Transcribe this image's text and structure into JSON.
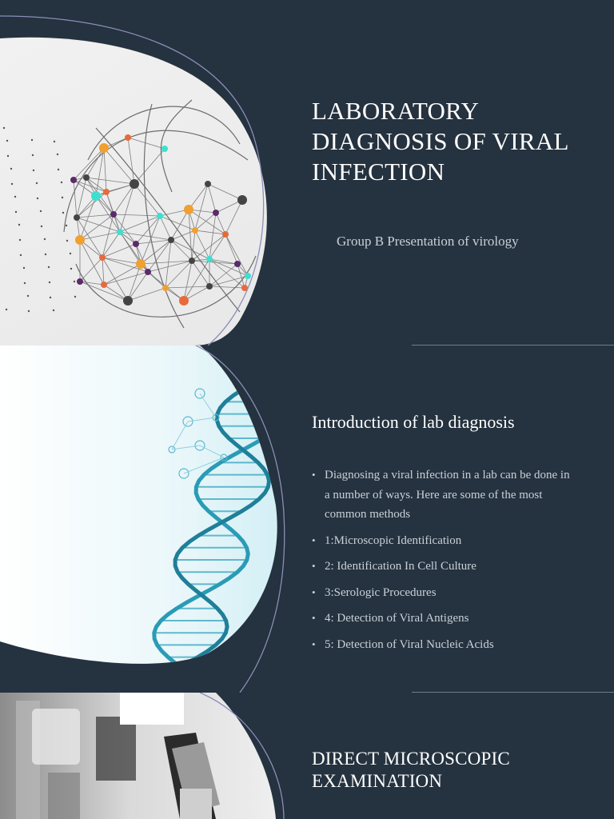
{
  "slide1": {
    "title": "LABORATORY DIAGNOSIS OF VIRAL INFECTION",
    "subtitle": "Group B Presentation of virology",
    "image_icon": "network-globe-illustration"
  },
  "slide2": {
    "title": "Introduction of lab diagnosis",
    "image_icon": "dna-helix-illustration",
    "bullets": [
      "Diagnosing a viral infection in a lab can be done in a number of ways. Here are some of the most common methods",
      "1:Microscopic Identification",
      "2: Identification In Cell Culture",
      "3:Serologic Procedures",
      "4: Detection of Viral Antigens",
      "5: Detection of Viral Nucleic Acids"
    ]
  },
  "slide3": {
    "title": "DIRECT MICROSCOPIC EXAMINATION",
    "image_icon": "microscope-photo"
  },
  "colors": {
    "background": "#25323f",
    "title": "#ffffff",
    "body_text": "#c9d1d8",
    "accent_line": "#8a8fb8"
  }
}
